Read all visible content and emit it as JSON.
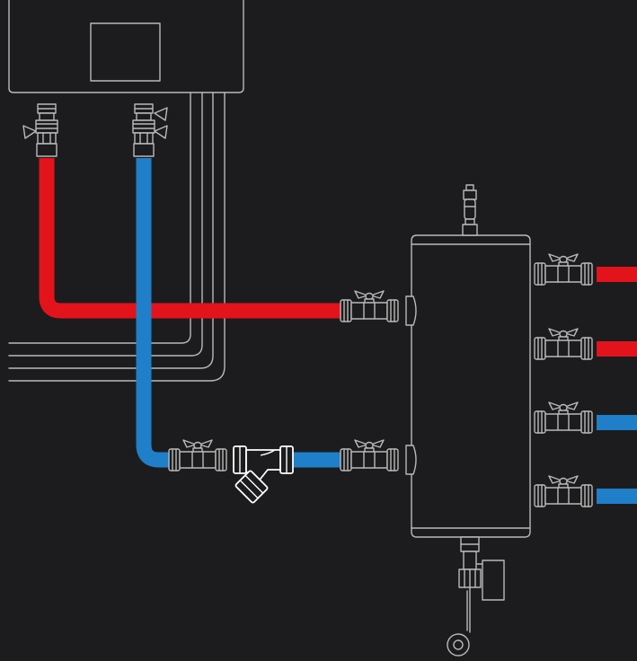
{
  "colors": {
    "background": "#1c1c1e",
    "outline": "#b9b9b9",
    "supply_red": "#e3131b",
    "return_blue": "#1f7fc8",
    "highlight": "#ffffff"
  },
  "components": {
    "boiler": "boiler-unit",
    "hydraulic_separator": "low-loss-header",
    "strainer": "y-strainer",
    "valves": "ball-valve",
    "circuits": "heating-circuit-outlets",
    "air_vent": "automatic-air-vent",
    "drain": "drain-valve"
  },
  "circuits": [
    {
      "id": 1,
      "color": "supply_red"
    },
    {
      "id": 2,
      "color": "supply_red"
    },
    {
      "id": 3,
      "color": "return_blue"
    },
    {
      "id": 4,
      "color": "return_blue"
    }
  ]
}
